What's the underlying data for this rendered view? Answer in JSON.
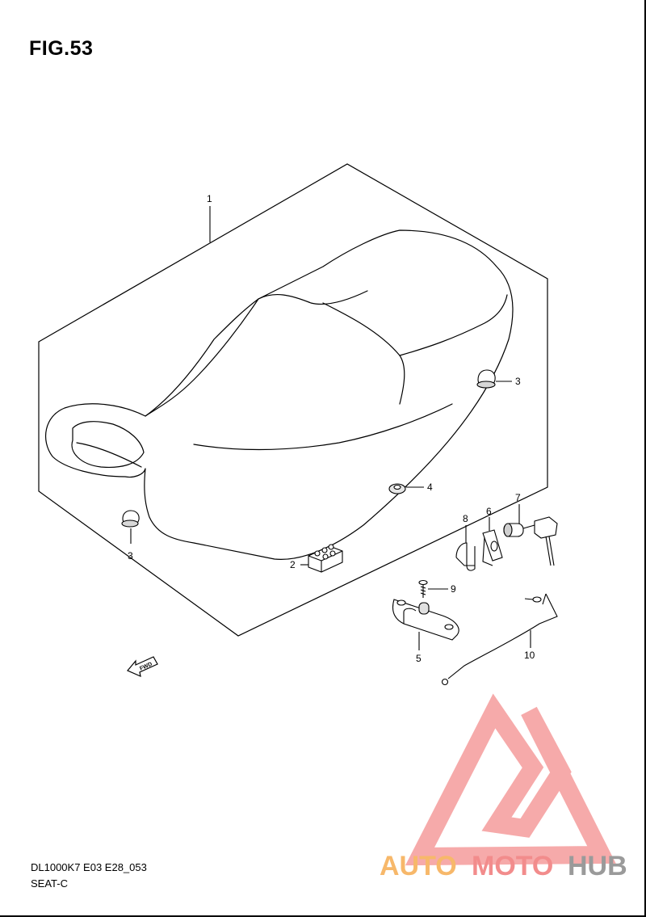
{
  "figure": {
    "title": "FIG.53",
    "model_code": "DL1000K7 E03 E28_053",
    "section_name": "SEAT-C"
  },
  "parts": {
    "p1": "1",
    "p2": "2",
    "p3a": "3",
    "p3b": "3",
    "p4": "4",
    "p5": "5",
    "p6": "6",
    "p7": "7",
    "p8": "8",
    "p9": "9",
    "p10": "10"
  },
  "fwd_label": "FWD",
  "watermark": {
    "part1": "AUTO",
    "part2": "MOTO",
    "part3": "HUB",
    "colors": {
      "orange": "#f7b86a",
      "red": "#f28c8c",
      "gray": "#9a9a9a"
    }
  }
}
